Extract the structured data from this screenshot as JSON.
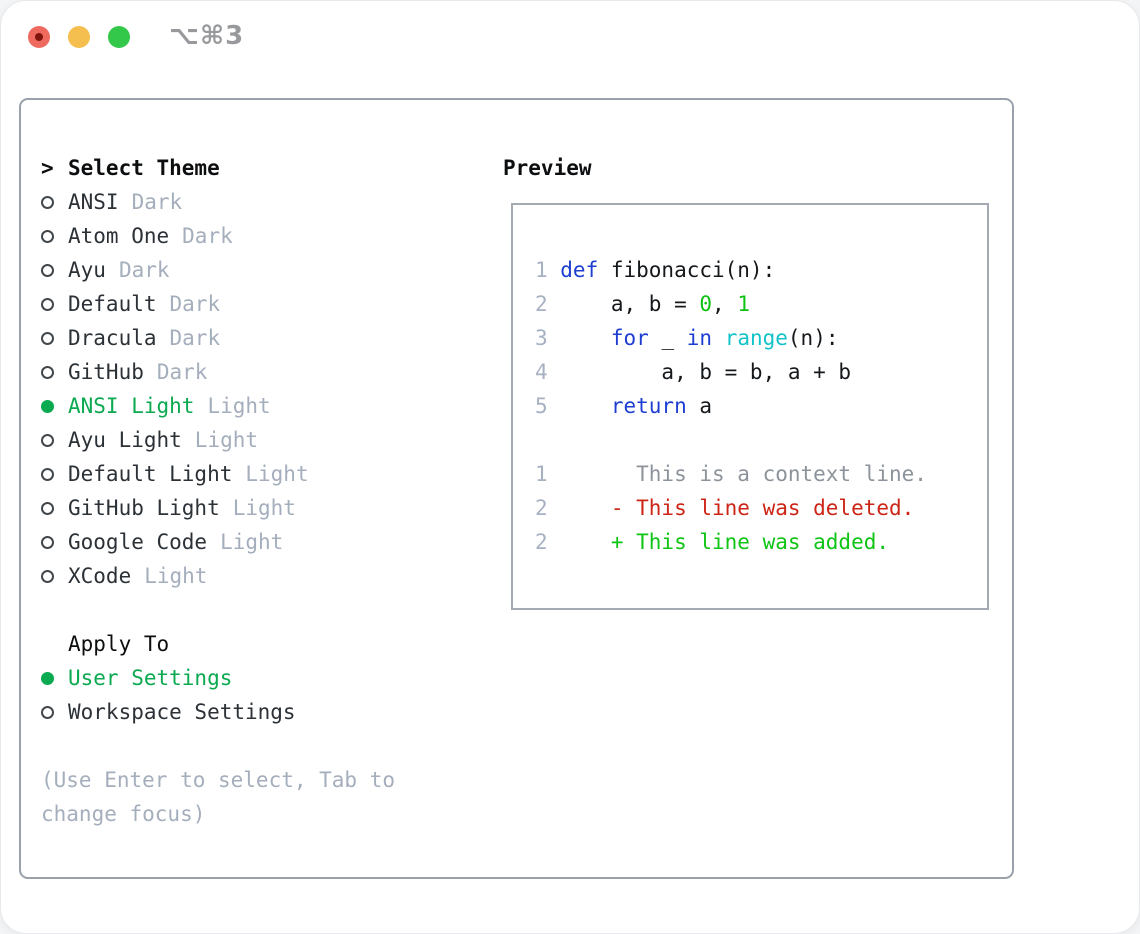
{
  "titlebar": {
    "shortcut": "⌥⌘3"
  },
  "colors": {
    "btnred": "#ee6a5e",
    "btnreddot": "#7f150c",
    "btnyellow": "#f5bf4f",
    "btngreen": "#34c84a",
    "shortcut": "#97999c",
    "panelborder": "#99a1ab",
    "boxborder": "#a3aab2",
    "selected": "#0ba950",
    "muted": "#a5aebc",
    "name": "#2b3136",
    "kw": "#1e3ed2",
    "fn": "#12c3c9",
    "num": "#0dc214",
    "txt": "#15181b",
    "ctx": "#8d939b",
    "del": "#cc2516",
    "add": "#0ec414",
    "lineno": "#a7b1c2"
  },
  "theme_picker": {
    "prompt": ">",
    "title": "Select Theme",
    "themes": [
      {
        "name": "ANSI",
        "tag": "Dark",
        "selected": false
      },
      {
        "name": "Atom One",
        "tag": "Dark",
        "selected": false
      },
      {
        "name": "Ayu",
        "tag": "Dark",
        "selected": false
      },
      {
        "name": "Default",
        "tag": "Dark",
        "selected": false
      },
      {
        "name": "Dracula",
        "tag": "Dark",
        "selected": false
      },
      {
        "name": "GitHub",
        "tag": "Dark",
        "selected": false
      },
      {
        "name": "ANSI Light",
        "tag": "Light",
        "selected": true
      },
      {
        "name": "Ayu Light",
        "tag": "Light",
        "selected": false
      },
      {
        "name": "Default Light",
        "tag": "Light",
        "selected": false
      },
      {
        "name": "GitHub Light",
        "tag": "Light",
        "selected": false
      },
      {
        "name": "Google Code",
        "tag": "Light",
        "selected": false
      },
      {
        "name": "XCode",
        "tag": "Light",
        "selected": false
      }
    ]
  },
  "apply_to": {
    "title": "Apply To",
    "options": [
      {
        "label": "User Settings",
        "selected": true
      },
      {
        "label": "Workspace Settings",
        "selected": false
      }
    ]
  },
  "hint": "(Use Enter to select, Tab to change focus)",
  "preview": {
    "title": "Preview",
    "lines": [
      {
        "no": "1",
        "tokens": [
          {
            "t": "def",
            "c": "kw"
          },
          {
            "t": " fibonacci(n):",
            "c": "txt"
          }
        ]
      },
      {
        "no": "2",
        "tokens": [
          {
            "t": "    a, b = ",
            "c": "txt"
          },
          {
            "t": "0",
            "c": "num"
          },
          {
            "t": ", ",
            "c": "txt"
          },
          {
            "t": "1",
            "c": "num"
          }
        ]
      },
      {
        "no": "3",
        "tokens": [
          {
            "t": "    ",
            "c": "txt"
          },
          {
            "t": "for",
            "c": "kw"
          },
          {
            "t": " _ ",
            "c": "txt"
          },
          {
            "t": "in",
            "c": "kw"
          },
          {
            "t": " ",
            "c": "txt"
          },
          {
            "t": "range",
            "c": "fn"
          },
          {
            "t": "(n):",
            "c": "txt"
          }
        ]
      },
      {
        "no": "4",
        "tokens": [
          {
            "t": "        a, b = b, a + b",
            "c": "txt"
          }
        ]
      },
      {
        "no": "5",
        "tokens": [
          {
            "t": "    ",
            "c": "txt"
          },
          {
            "t": "return",
            "c": "kw"
          },
          {
            "t": " a",
            "c": "txt"
          }
        ]
      },
      {
        "no": "",
        "tokens": []
      },
      {
        "no": "1",
        "tokens": [
          {
            "t": "      This is a context line.",
            "c": "ctx"
          }
        ]
      },
      {
        "no": "2",
        "tokens": [
          {
            "t": "    - This line was deleted.",
            "c": "del"
          }
        ]
      },
      {
        "no": "2",
        "tokens": [
          {
            "t": "    + This line was added.",
            "c": "add"
          }
        ]
      }
    ]
  }
}
